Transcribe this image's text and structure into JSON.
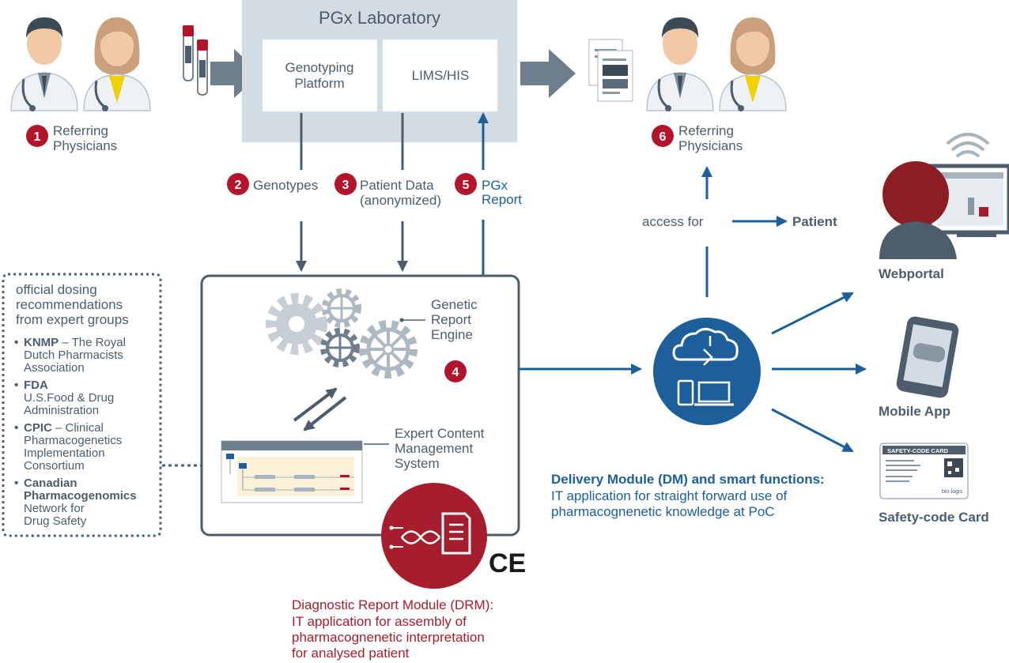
{
  "lab": {
    "title": "PGx Laboratory",
    "genotyping": [
      "Genotyping",
      "Platform"
    ],
    "lims": "LIMS/HIS"
  },
  "steps": {
    "s1": {
      "num": "1",
      "label": [
        "Referring",
        "Physicians"
      ]
    },
    "s2": {
      "num": "2",
      "label": "Genotypes"
    },
    "s3": {
      "num": "3",
      "label": [
        "Patient Data",
        "(anonymized)"
      ]
    },
    "s4": {
      "num": "4"
    },
    "s5": {
      "num": "5",
      "label": [
        "PGx",
        "Report"
      ]
    },
    "s6": {
      "num": "6",
      "label": [
        "Referring",
        "Physicians"
      ]
    }
  },
  "access": {
    "label": "access for",
    "patient": "Patient"
  },
  "guidelines": {
    "heading": [
      "official dosing",
      "recommendations",
      "from expert groups"
    ],
    "items": [
      {
        "bold": "KNMP",
        "rest": " – The Royal",
        "more": [
          "Dutch Pharmacists",
          "Association"
        ]
      },
      {
        "bold": "FDA",
        "rest": "",
        "more": [
          "U.S.Food & Drug",
          "Administration"
        ]
      },
      {
        "bold": "CPIC",
        "rest": " – Clinical",
        "more": [
          "Pharmacogenetics",
          "Implementation",
          "Consortium"
        ]
      },
      {
        "bold": "Canadian",
        "rest": "",
        "more": [
          "Pharmacogenomics",
          "Network for",
          "Drug Safety"
        ],
        "bold_more": 1
      }
    ]
  },
  "engine": {
    "genetic": [
      "Genetic",
      "Report",
      "Engine"
    ],
    "ecms": [
      "Expert Content",
      "Management",
      "System"
    ],
    "ce": "CE"
  },
  "drm": {
    "title": "Diagnostic Report Module (DRM):",
    "desc": [
      "IT application for assembly of",
      "pharmacognenetic interpretation",
      "for analysed patient"
    ]
  },
  "dm": {
    "title": "Delivery Module (DM) and smart functions:",
    "desc": [
      "IT application for straight forward use of",
      "pharmacognenetic knowledge at PoC"
    ]
  },
  "outputs": {
    "webportal": "Webportal",
    "mobile": "Mobile App",
    "card": "Safety-code Card",
    "card_header": "SAFETY-CODE CARD",
    "card_brand": "bio·logis"
  },
  "colors": {
    "gray": "#4d5d6b",
    "blue": "#1c5f9a",
    "red": "#a61e2e",
    "badge": "#b3142c",
    "lab_bg": "#d3dbe3"
  }
}
